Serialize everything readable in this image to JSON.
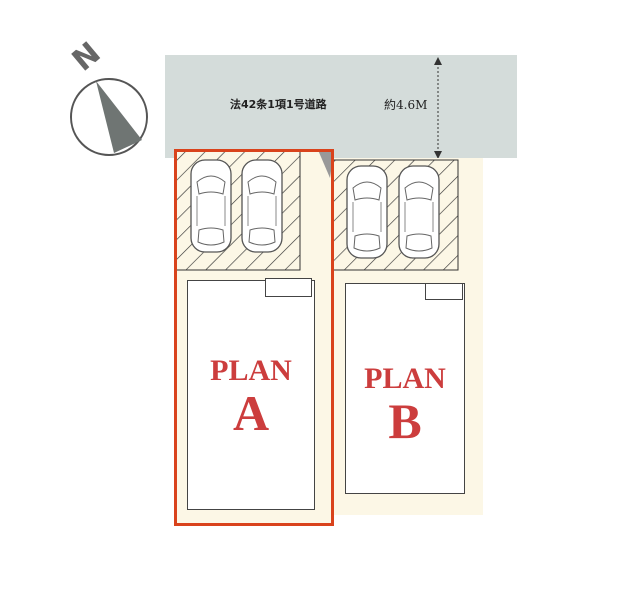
{
  "compass": {
    "label": "N",
    "icon": "north-arrow-icon"
  },
  "road": {
    "label": "法42条1項1号道路",
    "width_label": "約4.6M",
    "color": "#d4dcda"
  },
  "lots": [
    {
      "plan_word": "PLAN",
      "plan_letter": "A",
      "selected": true,
      "highlight_color": "#d9431c"
    },
    {
      "plan_word": "PLAN",
      "plan_letter": "B",
      "selected": false
    }
  ],
  "colors": {
    "lot_fill": "#fcf7e6",
    "plan_text": "#cc3d3d"
  }
}
